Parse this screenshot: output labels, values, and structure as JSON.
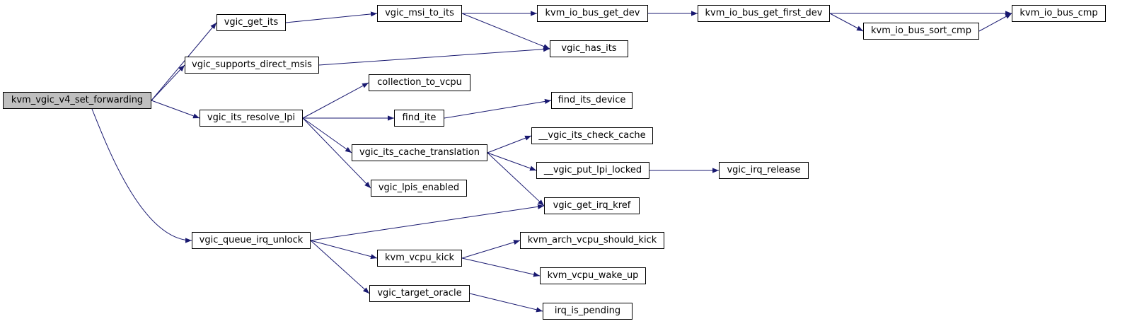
{
  "colors": {
    "edge": "#191970",
    "node_border": "#000000",
    "node_fill": "#ffffff",
    "root_fill": "#bfbfbf"
  },
  "nodes": {
    "kvm_vgic_v4_set_forwarding": "kvm_vgic_v4_set_forwarding",
    "vgic_get_its": "vgic_get_its",
    "vgic_supports_direct_msis": "vgic_supports_direct_msis",
    "vgic_its_resolve_lpi": "vgic_its_resolve_lpi",
    "vgic_queue_irq_unlock": "vgic_queue_irq_unlock",
    "vgic_msi_to_its": "vgic_msi_to_its",
    "collection_to_vcpu": "collection_to_vcpu",
    "find_ite": "find_ite",
    "vgic_its_cache_translation": "vgic_its_cache_translation",
    "vgic_lpis_enabled": "vgic_lpis_enabled",
    "kvm_vcpu_kick": "kvm_vcpu_kick",
    "vgic_target_oracle": "vgic_target_oracle",
    "kvm_io_bus_get_dev": "kvm_io_bus_get_dev",
    "vgic_has_its": "vgic_has_its",
    "find_its_device": "find_its_device",
    "__vgic_its_check_cache": "__vgic_its_check_cache",
    "__vgic_put_lpi_locked": "__vgic_put_lpi_locked",
    "vgic_get_irq_kref": "vgic_get_irq_kref",
    "kvm_arch_vcpu_should_kick": "kvm_arch_vcpu_should_kick",
    "kvm_vcpu_wake_up": "kvm_vcpu_wake_up",
    "irq_is_pending": "irq_is_pending",
    "kvm_io_bus_get_first_dev": "kvm_io_bus_get_first_dev",
    "kvm_io_bus_sort_cmp": "kvm_io_bus_sort_cmp",
    "vgic_irq_release": "vgic_irq_release",
    "kvm_io_bus_cmp": "kvm_io_bus_cmp"
  },
  "edges": [
    [
      "kvm_vgic_v4_set_forwarding",
      "vgic_get_its"
    ],
    [
      "kvm_vgic_v4_set_forwarding",
      "vgic_supports_direct_msis"
    ],
    [
      "kvm_vgic_v4_set_forwarding",
      "vgic_its_resolve_lpi"
    ],
    [
      "kvm_vgic_v4_set_forwarding",
      "vgic_queue_irq_unlock"
    ],
    [
      "vgic_get_its",
      "vgic_msi_to_its"
    ],
    [
      "vgic_msi_to_its",
      "kvm_io_bus_get_dev"
    ],
    [
      "vgic_msi_to_its",
      "vgic_has_its"
    ],
    [
      "kvm_io_bus_get_dev",
      "kvm_io_bus_get_first_dev"
    ],
    [
      "kvm_io_bus_get_first_dev",
      "kvm_io_bus_cmp"
    ],
    [
      "kvm_io_bus_get_first_dev",
      "kvm_io_bus_sort_cmp"
    ],
    [
      "kvm_io_bus_sort_cmp",
      "kvm_io_bus_cmp"
    ],
    [
      "vgic_supports_direct_msis",
      "vgic_has_its"
    ],
    [
      "vgic_its_resolve_lpi",
      "collection_to_vcpu"
    ],
    [
      "vgic_its_resolve_lpi",
      "find_ite"
    ],
    [
      "vgic_its_resolve_lpi",
      "vgic_its_cache_translation"
    ],
    [
      "vgic_its_resolve_lpi",
      "vgic_lpis_enabled"
    ],
    [
      "find_ite",
      "find_its_device"
    ],
    [
      "vgic_its_cache_translation",
      "__vgic_its_check_cache"
    ],
    [
      "vgic_its_cache_translation",
      "__vgic_put_lpi_locked"
    ],
    [
      "vgic_its_cache_translation",
      "vgic_get_irq_kref"
    ],
    [
      "__vgic_put_lpi_locked",
      "vgic_irq_release"
    ],
    [
      "vgic_queue_irq_unlock",
      "vgic_get_irq_kref"
    ],
    [
      "vgic_queue_irq_unlock",
      "kvm_vcpu_kick"
    ],
    [
      "vgic_queue_irq_unlock",
      "vgic_target_oracle"
    ],
    [
      "kvm_vcpu_kick",
      "kvm_arch_vcpu_should_kick"
    ],
    [
      "kvm_vcpu_kick",
      "kvm_vcpu_wake_up"
    ],
    [
      "vgic_target_oracle",
      "irq_is_pending"
    ]
  ]
}
